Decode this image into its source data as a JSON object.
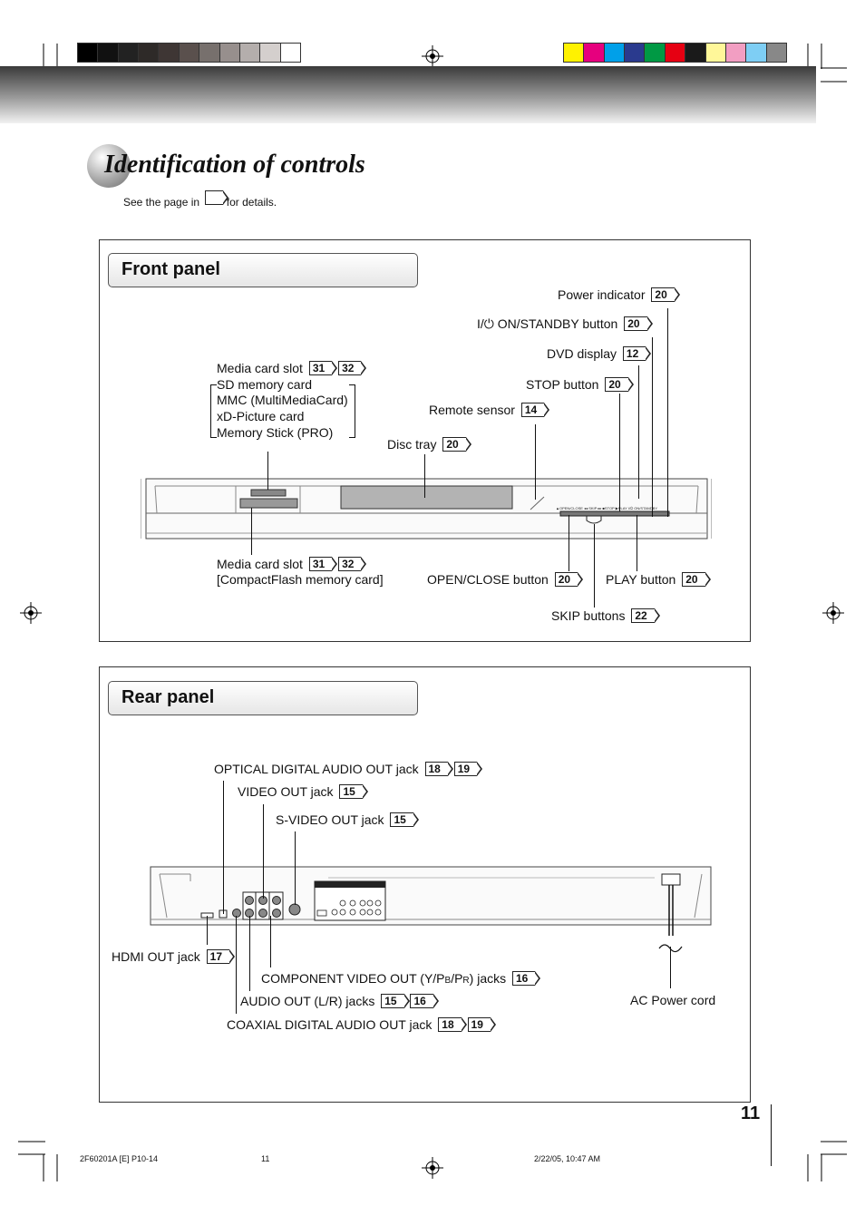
{
  "header": {
    "title": "Identification of controls",
    "see_prefix": "See the page in",
    "see_suffix": "for details."
  },
  "colors": {
    "grayscale": [
      "#000000",
      "#111111",
      "#222222",
      "#2e2a28",
      "#3e3634",
      "#5a504d",
      "#77706d",
      "#978f8d",
      "#b4aeac",
      "#d4cfcd",
      "#ffffff"
    ],
    "color_bar": [
      "#fff200",
      "#e6007e",
      "#00a0e9",
      "#2a3a8e",
      "#009944",
      "#e60012",
      "#1a1a1a",
      "#fff799",
      "#f29ec2",
      "#7ecef4",
      "#888888"
    ]
  },
  "front_panel": {
    "heading": "Front panel",
    "power_indicator": {
      "label": "Power indicator",
      "page": "20"
    },
    "on_standby": {
      "symbol": "I/⏻",
      "label": "ON/STANDBY button",
      "page": "20"
    },
    "dvd_display": {
      "label": "DVD display",
      "page": "12"
    },
    "stop_button": {
      "label": "STOP button",
      "page": "20"
    },
    "remote_sensor": {
      "label": "Remote sensor",
      "page": "14"
    },
    "disc_tray": {
      "label": "Disc tray",
      "page": "20"
    },
    "media_slot_top": {
      "label": "Media card slot",
      "pages": [
        "31",
        "32"
      ],
      "cards": [
        "SD memory card",
        "MMC (MultiMediaCard)",
        "xD-Picture card",
        "Memory Stick (PRO)"
      ]
    },
    "media_slot_bottom": {
      "label": "Media card slot",
      "pages": [
        "31",
        "32"
      ],
      "note": "[CompactFlash memory card]"
    },
    "open_close": {
      "label": "OPEN/CLOSE button",
      "page": "20"
    },
    "play_button": {
      "label": "PLAY button",
      "page": "20"
    },
    "skip_buttons": {
      "label": "SKIP buttons",
      "page": "22"
    }
  },
  "rear_panel": {
    "heading": "Rear panel",
    "optical": {
      "label": "OPTICAL DIGITAL AUDIO OUT jack",
      "pages": [
        "18",
        "19"
      ]
    },
    "video_out": {
      "label": "VIDEO OUT jack",
      "page": "15"
    },
    "svideo_out": {
      "label": "S-VIDEO OUT jack",
      "page": "15"
    },
    "hdmi_out": {
      "label": "HDMI OUT jack",
      "page": "17"
    },
    "component": {
      "label_pre": "COMPONENT VIDEO OUT (Y/P",
      "sub_b": "B",
      "mid": "/P",
      "sub_r": "R",
      "label_post": ") jacks",
      "page": "16"
    },
    "audio_out": {
      "label": "AUDIO OUT (L/R) jacks",
      "pages": [
        "15",
        "16"
      ]
    },
    "coaxial": {
      "label": "COAXIAL DIGITAL AUDIO OUT jack",
      "pages": [
        "18",
        "19"
      ]
    },
    "ac_power": {
      "label": "AC Power cord"
    }
  },
  "footer": {
    "page_number": "11",
    "job": "2F60201A [E] P10-14",
    "sheet": "11",
    "timestamp": "2/22/05, 10:47 AM"
  }
}
